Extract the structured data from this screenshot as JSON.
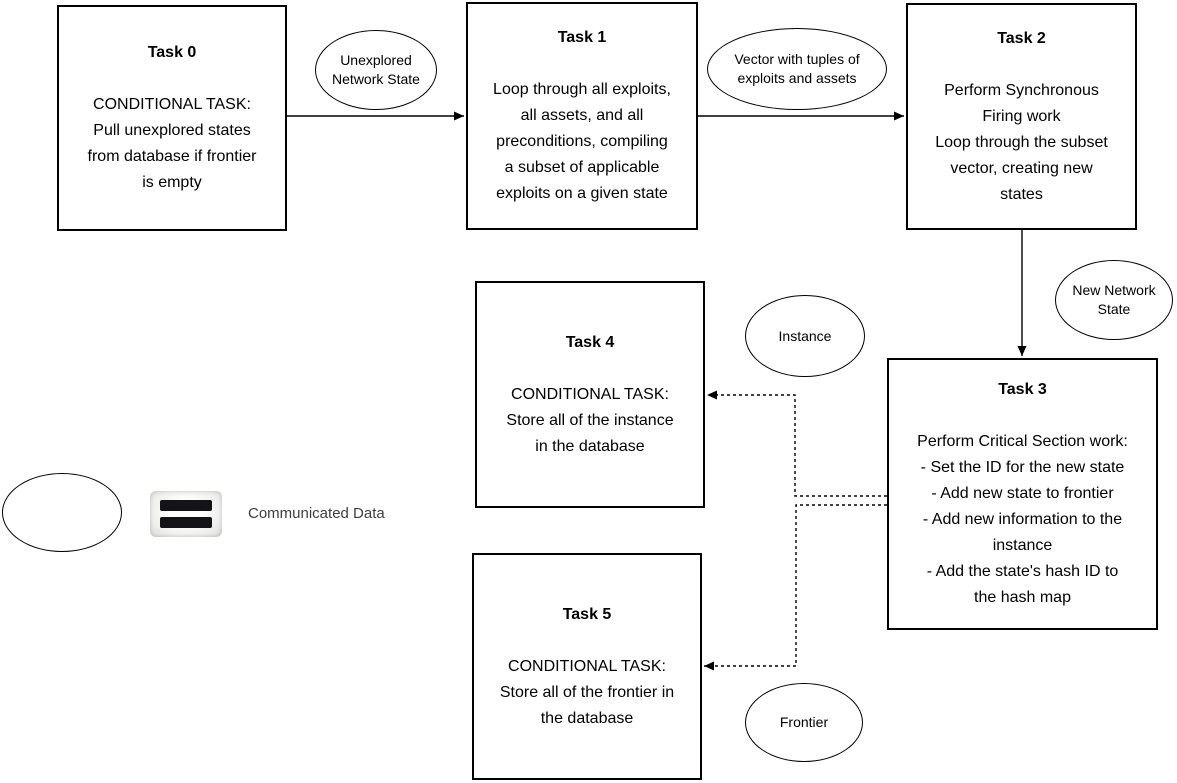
{
  "diagram": {
    "colors": {
      "stroke": "#000000",
      "text": "#000000",
      "node_fill": "#ffffff",
      "background": "#ffffff",
      "legend_text": "#3d3d3d",
      "equals_bar": "#141418"
    },
    "tasks": [
      {
        "title": "Task 0",
        "body": "CONDITIONAL TASK:\nPull unexplored states\nfrom database if frontier\nis empty"
      },
      {
        "title": "Task 1",
        "body": "Loop through all exploits,\nall assets, and all\npreconditions, compiling\na subset of applicable\nexploits on a given state"
      },
      {
        "title": "Task 2",
        "body": "Perform Synchronous\nFiring work\nLoop through the subset\nvector, creating new\nstates"
      },
      {
        "title": "Task 3",
        "body": "Perform Critical Section work:\n- Set the ID for the new state\n- Add new state to frontier\n- Add new information to the\ninstance\n- Add the state's hash ID to\nthe hash map"
      },
      {
        "title": "Task 4",
        "body": "CONDITIONAL TASK:\nStore all of the instance\nin the database"
      },
      {
        "title": "Task 5",
        "body": "CONDITIONAL TASK:\nStore all of the frontier in\nthe database"
      }
    ],
    "data_nodes": [
      {
        "label": "Unexplored\nNetwork State"
      },
      {
        "label": "Vector with tuples of\nexploits and assets"
      },
      {
        "label": "New Network\nState"
      },
      {
        "label": "Instance"
      },
      {
        "label": "Frontier"
      }
    ],
    "legend": {
      "label": "Communicated Data"
    }
  }
}
